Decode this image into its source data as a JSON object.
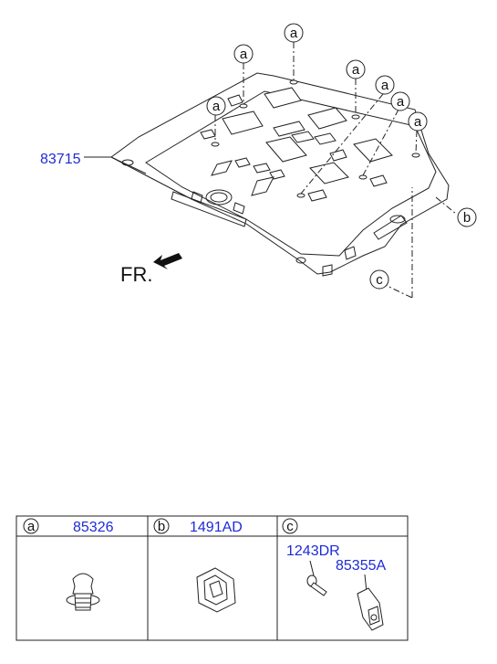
{
  "diagram": {
    "main_part_number": "83715",
    "front_label": "FR.",
    "callouts": [
      "a",
      "a",
      "a",
      "a",
      "a",
      "a",
      "b",
      "c"
    ]
  },
  "parts_table": {
    "headers": [
      {
        "letter": "a",
        "part": "85326"
      },
      {
        "letter": "b",
        "part": "1491AD"
      },
      {
        "letter": "c",
        "part": ""
      }
    ],
    "cell_c_parts": [
      "1243DR",
      "85355A"
    ]
  },
  "colors": {
    "part_number": "#1d2bd6",
    "line": "#111111"
  }
}
